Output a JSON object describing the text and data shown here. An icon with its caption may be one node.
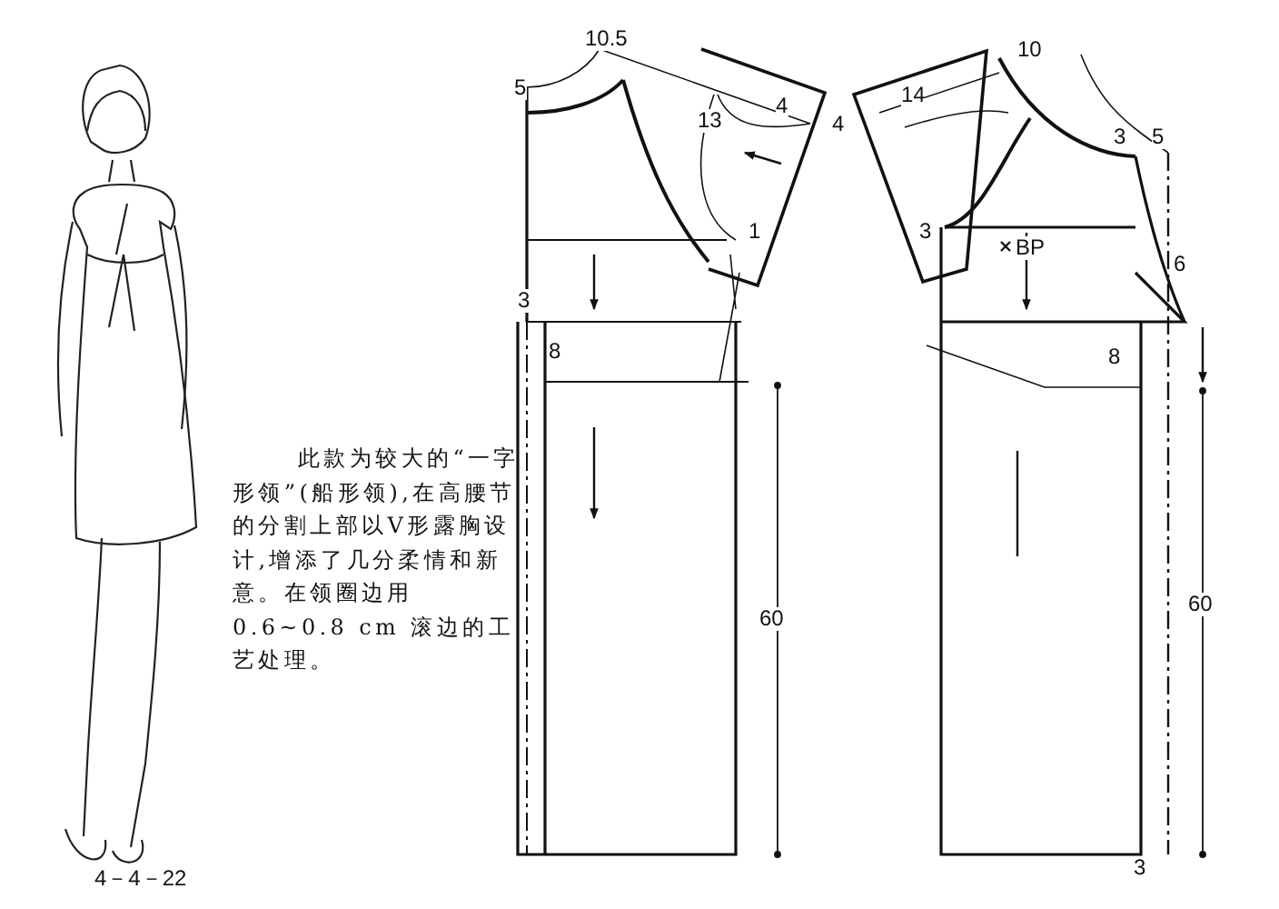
{
  "diagram": {
    "labels": [
      "10.5",
      "10",
      "5",
      "14",
      "4",
      "13",
      "4",
      "3",
      "5",
      "1",
      "3",
      "BP",
      "6",
      "3",
      "8",
      "8",
      "此款为较大的“一字形领”(船形领),在高腰节的分割上部以V形露胸设计,增添了几分柔情和新意。在领圈边用0.6~0.8 cm 滚边的工艺处理。",
      "60",
      "60",
      "3",
      "4－4－22"
    ]
  }
}
